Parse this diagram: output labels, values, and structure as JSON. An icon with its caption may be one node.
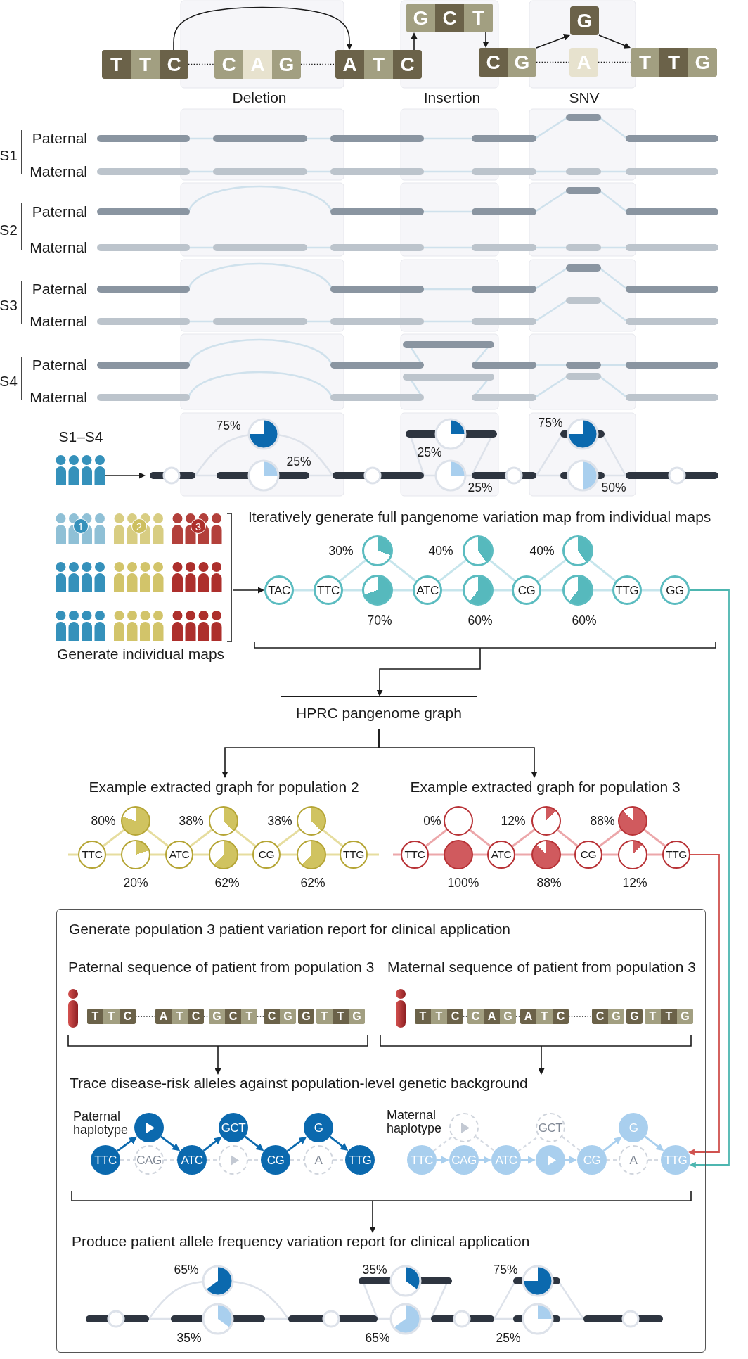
{
  "diagram": {
    "nodes": [
      {
        "text": [
          "T",
          "T",
          "C"
        ]
      },
      {
        "text": [
          "C",
          "A",
          "G"
        ]
      },
      {
        "text": [
          "A",
          "T",
          "C"
        ]
      },
      {
        "text": [
          "G",
          "C",
          "T"
        ]
      },
      {
        "text": [
          "C",
          "G"
        ]
      },
      {
        "text": [
          "G"
        ]
      },
      {
        "text": [
          "A"
        ]
      },
      {
        "text": [
          "T",
          "T",
          "G"
        ]
      },
      {
        "text": [],
        "shape": "person",
        "beside": [
          "S1–S4"
        ]
      },
      {
        "text": [],
        "shape": "person",
        "beside": [
          "Generate individual maps"
        ]
      },
      {
        "text": [
          "1"
        ],
        "in": 9
      },
      {
        "text": [
          "2"
        ],
        "in": 9
      },
      {
        "text": [
          "3"
        ],
        "in": 9
      },
      {
        "text": [
          "TAC"
        ]
      },
      {
        "text": [
          "TTC"
        ]
      },
      {
        "text": [],
        "shape": "circle",
        "beside": [
          "30%"
        ]
      },
      {
        "text": [],
        "shape": "circle",
        "beside": [
          "70%"
        ]
      },
      {
        "text": [
          "ATC"
        ]
      },
      {
        "text": [],
        "shape": "circle",
        "beside": [
          "40%"
        ]
      },
      {
        "text": [],
        "shape": "circle",
        "beside": [
          "60%"
        ]
      },
      {
        "text": [
          "CG"
        ]
      },
      {
        "text": [],
        "shape": "circle",
        "beside": [
          "40%"
        ]
      },
      {
        "text": [],
        "shape": "circle",
        "beside": [
          "60%"
        ]
      },
      {
        "text": [
          "TTG"
        ]
      },
      {
        "text": [
          "GG"
        ]
      },
      {
        "text": [
          "HPRC pangenome graph"
        ]
      },
      {
        "text": [
          "Example extracted graph for population 2"
        ]
      },
      {
        "text": [
          "Example extracted graph for population 3"
        ]
      },
      {
        "text": [
          "TTC"
        ]
      },
      {
        "text": [],
        "shape": "circle",
        "beside": [
          "80%"
        ]
      },
      {
        "text": [],
        "shape": "circle",
        "beside": [
          "20%"
        ]
      },
      {
        "text": [
          "ATC"
        ]
      },
      {
        "text": [],
        "shape": "circle",
        "beside": [
          "38%"
        ]
      },
      {
        "text": [],
        "shape": "circle",
        "beside": [
          "62%"
        ]
      },
      {
        "text": [
          "CG"
        ]
      },
      {
        "text": [],
        "shape": "circle",
        "beside": [
          "38%"
        ]
      },
      {
        "text": [],
        "shape": "circle",
        "beside": [
          "62%"
        ]
      },
      {
        "text": [
          "TTG"
        ]
      },
      {
        "text": [
          "TTC"
        ]
      },
      {
        "text": [],
        "shape": "circle",
        "beside": [
          "0%"
        ]
      },
      {
        "text": [],
        "shape": "circle",
        "beside": [
          "100%"
        ]
      },
      {
        "text": [
          "ATC"
        ]
      },
      {
        "text": [],
        "shape": "circle",
        "beside": [
          "12%"
        ]
      },
      {
        "text": [],
        "shape": "circle",
        "beside": [
          "88%"
        ]
      },
      {
        "text": [
          "CG"
        ]
      },
      {
        "text": [],
        "shape": "circle",
        "beside": [
          "88%"
        ]
      },
      {
        "text": [],
        "shape": "circle",
        "beside": [
          "12%"
        ]
      },
      {
        "text": [
          "TTG"
        ]
      },
      {
        "text": [
          "Generate population 3 patient variation report for clinical application",
          "Paternal sequence of patient from population 3",
          "Maternal sequence of patient from population 3",
          "Paternal haplotype",
          "Maternal haplotype"
        ]
      },
      {
        "text": [
          "T",
          "T",
          "C"
        ],
        "in": 48
      },
      {
        "text": [
          "A",
          "T",
          "C"
        ],
        "in": 48
      },
      {
        "text": [
          "G",
          "C",
          "T"
        ],
        "in": 48
      },
      {
        "text": [
          "C",
          "G"
        ],
        "in": 48
      },
      {
        "text": [
          "G"
        ],
        "in": 48
      },
      {
        "text": [
          "T",
          "T",
          "G"
        ],
        "in": 48
      },
      {
        "text": [
          "T",
          "T",
          "C"
        ],
        "in": 48
      },
      {
        "text": [
          "C",
          "A",
          "G"
        ],
        "in": 48
      },
      {
        "text": [
          "A",
          "T",
          "C"
        ],
        "in": 48
      },
      {
        "text": [
          "C",
          "G"
        ],
        "in": 48
      },
      {
        "text": [
          "G"
        ],
        "in": 48
      },
      {
        "text": [
          "T",
          "T",
          "G"
        ],
        "in": 48
      },
      {
        "text": [
          "Trace disease-risk alleles against population-level genetic background"
        ],
        "in": 48
      },
      {
        "text": [
          "TTC"
        ],
        "in": 48
      },
      {
        "text": [],
        "shape": "circle",
        "in": 48
      },
      {
        "text": [
          "CAG"
        ],
        "in": 48
      },
      {
        "text": [
          "ATC"
        ],
        "in": 48
      },
      {
        "text": [
          "GCT"
        ],
        "in": 48
      },
      {
        "text": [],
        "shape": "circle",
        "in": 48
      },
      {
        "text": [
          "CG"
        ],
        "in": 48
      },
      {
        "text": [
          "G"
        ],
        "in": 48
      },
      {
        "text": [
          "A"
        ],
        "in": 48
      },
      {
        "text": [
          "TTG"
        ],
        "in": 48
      },
      {
        "text": [
          "TTC"
        ],
        "in": 48
      },
      {
        "text": [],
        "shape": "circle",
        "in": 48
      },
      {
        "text": [
          "CAG"
        ],
        "in": 48
      },
      {
        "text": [
          "ATC"
        ],
        "in": 48
      },
      {
        "text": [
          "GCT"
        ],
        "in": 48
      },
      {
        "text": [],
        "shape": "circle",
        "in": 48
      },
      {
        "text": [
          "CG"
        ],
        "in": 48
      },
      {
        "text": [
          "G"
        ],
        "in": 48
      },
      {
        "text": [
          "A"
        ],
        "in": 48
      },
      {
        "text": [
          "TTG"
        ],
        "in": 48
      },
      {
        "text": [
          "Produce patient allele frequency variation report for clinical application"
        ],
        "in": 48
      },
      {
        "text": [],
        "shape": "picture"
      },
      {
        "text": [],
        "shape": "picture",
        "in": 48
      }
    ],
    "edges": [
      {
        "from": 0,
        "to": 2,
        "arrow": "to"
      },
      {
        "from": 0,
        "to": 1,
        "arrow": "none",
        "style": "dashed"
      },
      {
        "from": 1,
        "to": 2,
        "arrow": "none",
        "style": "dashed"
      },
      {
        "from": 2,
        "to": 3,
        "arrow": "to"
      },
      {
        "from": 3,
        "to": 4,
        "arrow": "to"
      },
      {
        "from": 4,
        "to": 5,
        "arrow": "to"
      },
      {
        "from": 4,
        "to": 6,
        "arrow": "none",
        "style": "dashed"
      },
      {
        "from": 6,
        "to": 7,
        "arrow": "none",
        "style": "dashed"
      },
      {
        "from": 5,
        "to": 7,
        "arrow": "to"
      },
      {
        "from": 8,
        "to": 83,
        "arrow": "to"
      },
      {
        "from": 9,
        "to": 13,
        "arrow": "to"
      },
      {
        "from": 13,
        "to": 14,
        "arrow": "none",
        "color": "#c6e5ec"
      },
      {
        "from": 14,
        "to": 15,
        "arrow": "none",
        "color": "#c6e5ec"
      },
      {
        "from": 14,
        "to": 16,
        "arrow": "none",
        "color": "#c6e5ec"
      },
      {
        "from": 15,
        "to": 17,
        "arrow": "none",
        "color": "#c6e5ec"
      },
      {
        "from": 16,
        "to": 17,
        "arrow": "none",
        "color": "#c6e5ec"
      },
      {
        "from": 17,
        "to": 18,
        "arrow": "none",
        "color": "#c6e5ec"
      },
      {
        "from": 17,
        "to": 19,
        "arrow": "none",
        "color": "#c6e5ec"
      },
      {
        "from": 18,
        "to": 20,
        "arrow": "none",
        "color": "#c6e5ec"
      },
      {
        "from": 19,
        "to": 20,
        "arrow": "none",
        "color": "#c6e5ec"
      },
      {
        "from": 20,
        "to": 21,
        "arrow": "none",
        "color": "#c6e5ec"
      },
      {
        "from": 20,
        "to": 22,
        "arrow": "none",
        "color": "#c6e5ec"
      },
      {
        "from": 21,
        "to": 23,
        "arrow": "none",
        "color": "#c6e5ec"
      },
      {
        "from": 22,
        "to": 23,
        "arrow": "none",
        "color": "#c6e5ec"
      },
      {
        "from": 23,
        "to": 24,
        "arrow": "none",
        "color": "#c6e5ec"
      },
      {
        "from": null,
        "to": 25,
        "arrow": "to"
      },
      {
        "from": 25,
        "to": 26,
        "arrow": "to"
      },
      {
        "from": 25,
        "to": 27,
        "arrow": "to"
      },
      {
        "from": 28,
        "to": 29,
        "arrow": "none",
        "color": "#e6dd9f"
      },
      {
        "from": 28,
        "to": 30,
        "arrow": "none",
        "color": "#e6dd9f"
      },
      {
        "from": 29,
        "to": 31,
        "arrow": "none",
        "color": "#e6dd9f"
      },
      {
        "from": 30,
        "to": 31,
        "arrow": "none",
        "color": "#e6dd9f"
      },
      {
        "from": 31,
        "to": 32,
        "arrow": "none",
        "color": "#e6dd9f"
      },
      {
        "from": 31,
        "to": 33,
        "arrow": "none",
        "color": "#e6dd9f"
      },
      {
        "from": 32,
        "to": 34,
        "arrow": "none",
        "color": "#e6dd9f"
      },
      {
        "from": 33,
        "to": 34,
        "arrow": "none",
        "color": "#e6dd9f"
      },
      {
        "from": 34,
        "to": 35,
        "arrow": "none",
        "color": "#e6dd9f"
      },
      {
        "from": 34,
        "to": 36,
        "arrow": "none",
        "color": "#e6dd9f"
      },
      {
        "from": 35,
        "to": 37,
        "arrow": "none",
        "color": "#e6dd9f"
      },
      {
        "from": 36,
        "to": 37,
        "arrow": "none",
        "color": "#e6dd9f"
      },
      {
        "from": 38,
        "to": 39,
        "arrow": "none",
        "color": "#eca7aa"
      },
      {
        "from": 38,
        "to": 40,
        "arrow": "none",
        "color": "#eca7aa"
      },
      {
        "from": 39,
        "to": 41,
        "arrow": "none",
        "color": "#eca7aa"
      },
      {
        "from": 40,
        "to": 41,
        "arrow": "none",
        "color": "#eca7aa"
      },
      {
        "from": 41,
        "to": 42,
        "arrow": "none",
        "color": "#eca7aa"
      },
      {
        "from": 41,
        "to": 43,
        "arrow": "none",
        "color": "#eca7aa"
      },
      {
        "from": 42,
        "to": 44,
        "arrow": "none",
        "color": "#eca7aa"
      },
      {
        "from": 43,
        "to": 44,
        "arrow": "none",
        "color": "#eca7aa"
      },
      {
        "from": 44,
        "to": 45,
        "arrow": "none",
        "color": "#eca7aa"
      },
      {
        "from": 44,
        "to": 46,
        "arrow": "none",
        "color": "#eca7aa"
      },
      {
        "from": 45,
        "to": 47,
        "arrow": "none",
        "color": "#eca7aa"
      },
      {
        "from": 46,
        "to": 47,
        "arrow": "none",
        "color": "#eca7aa"
      },
      {
        "from": 24,
        "to": 81,
        "arrow": "to",
        "color": "#4db6b0"
      },
      {
        "from": 47,
        "to": 81,
        "arrow": "to",
        "color": "#d0524f"
      },
      {
        "from": 49,
        "to": 50,
        "arrow": "none",
        "style": "dashed"
      },
      {
        "from": 50,
        "to": 51,
        "arrow": "none",
        "style": "dashed"
      },
      {
        "from": 51,
        "to": 52,
        "arrow": "none",
        "style": "dashed"
      },
      {
        "from": 55,
        "to": 56,
        "arrow": "none",
        "style": "dashed"
      },
      {
        "from": 56,
        "to": 57,
        "arrow": "none",
        "style": "dashed"
      },
      {
        "from": 57,
        "to": 58,
        "arrow": "none",
        "style": "dashed"
      },
      {
        "from": null,
        "to": 61,
        "arrow": "to"
      },
      {
        "from": null,
        "to": 61,
        "arrow": "to"
      },
      {
        "from": 62,
        "to": 63,
        "arrow": "to",
        "color": "#0b69ae"
      },
      {
        "from": 63,
        "to": 65,
        "arrow": "to",
        "color": "#0b69ae"
      },
      {
        "from": 65,
        "to": 66,
        "arrow": "to",
        "color": "#0b69ae"
      },
      {
        "from": 66,
        "to": 68,
        "arrow": "to",
        "color": "#0b69ae"
      },
      {
        "from": 68,
        "to": 69,
        "arrow": "to",
        "color": "#0b69ae"
      },
      {
        "from": 69,
        "to": 71,
        "arrow": "to",
        "color": "#0b69ae"
      },
      {
        "from": 62,
        "to": 64,
        "arrow": "none",
        "style": "dashed",
        "color": "#d5dae2"
      },
      {
        "from": 64,
        "to": 65,
        "arrow": "none",
        "style": "dashed",
        "color": "#d5dae2"
      },
      {
        "from": 65,
        "to": 67,
        "arrow": "none",
        "style": "dashed",
        "color": "#d5dae2"
      },
      {
        "from": 67,
        "to": 68,
        "arrow": "none",
        "style": "dashed",
        "color": "#d5dae2"
      },
      {
        "from": 68,
        "to": 70,
        "arrow": "none",
        "style": "dashed",
        "color": "#d5dae2"
      },
      {
        "from": 70,
        "to": 71,
        "arrow": "none",
        "style": "dashed",
        "color": "#d5dae2"
      },
      {
        "from": 72,
        "to": 74,
        "arrow": "to",
        "color": "#a9cfee"
      },
      {
        "from": 74,
        "to": 75,
        "arrow": "to",
        "color": "#a9cfee"
      },
      {
        "from": 75,
        "to": 77,
        "arrow": "to",
        "color": "#a9cfee"
      },
      {
        "from": 77,
        "to": 78,
        "arrow": "to",
        "color": "#a9cfee"
      },
      {
        "from": 78,
        "to": 79,
        "arrow": "to",
        "color": "#a9cfee"
      },
      {
        "from": 79,
        "to": 81,
        "arrow": "to",
        "color": "#a9cfee"
      },
      {
        "from": 72,
        "to": 73,
        "arrow": "none",
        "style": "dashed",
        "color": "#d5dae2"
      },
      {
        "from": 73,
        "to": 75,
        "arrow": "none",
        "style": "dashed",
        "color": "#d5dae2"
      },
      {
        "from": 75,
        "to": 76,
        "arrow": "none",
        "style": "dashed",
        "color": "#d5dae2"
      },
      {
        "from": 76,
        "to": 78,
        "arrow": "none",
        "style": "dashed",
        "color": "#d5dae2"
      },
      {
        "from": 78,
        "to": 80,
        "arrow": "none",
        "style": "dashed",
        "color": "#d5dae2"
      },
      {
        "from": 80,
        "to": 81,
        "arrow": "none",
        "style": "dashed",
        "color": "#d5dae2"
      },
      {
        "from": null,
        "to": 82,
        "arrow": "to"
      }
    ],
    "labels": [
      "Deletion",
      "Insertion",
      "SNV",
      "S1",
      "Paternal",
      "Maternal",
      "S2",
      "Paternal",
      "Maternal",
      "S3",
      "Paternal",
      "Maternal",
      "S4",
      "Paternal",
      "Maternal",
      "75%",
      "25%",
      "25%",
      "25%",
      "75%",
      "50%",
      "Iteratively generate full pangenome variation map from individual maps",
      "65%",
      "35%",
      "35%",
      "65%",
      "75%",
      "25%"
    ]
  }
}
